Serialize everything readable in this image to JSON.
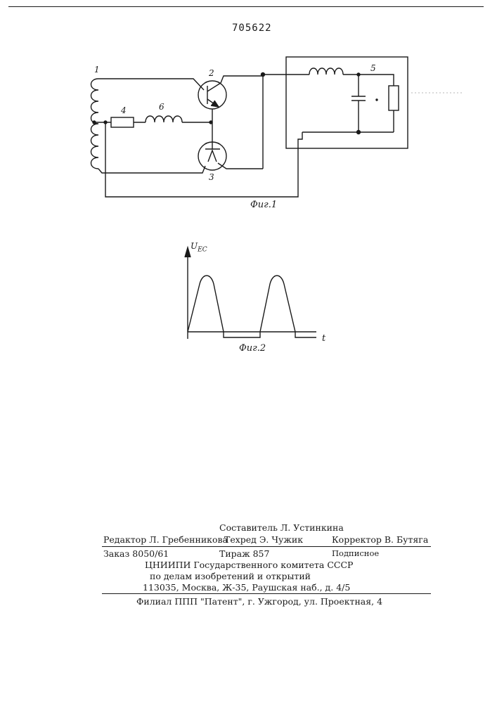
{
  "header": {
    "patent_number": "705622"
  },
  "fig1": {
    "caption": "Фиг.1",
    "labels": {
      "winding": "1",
      "transistor_top": "2",
      "transistor_bottom": "3",
      "resistor": "4",
      "load_block": "5",
      "inductor": "6"
    }
  },
  "fig2": {
    "caption": "Фиг.2",
    "y_axis_label": "U",
    "y_axis_sub": "EC",
    "x_axis_label": "t"
  },
  "imprint": {
    "compiler": "Составитель Л. Устинкина",
    "editor": "Редактор Л. Гребенникова",
    "techred": "Техред Э. Чужик",
    "corrector": "Корректор  В. Бутяга",
    "order": "Заказ 8050/61",
    "circulation": "Тираж 857",
    "subscription": "Подписное",
    "org_line1": "ЦНИИПИ Государственного комитета СССР",
    "org_line2": "по делам изобретений и открытий",
    "address": "113035, Москва, Ж-35, Раушская наб., д. 4/5",
    "branch": "Филиал ППП \"Патент\", г. Ужгород, ул. Проектная, 4"
  }
}
